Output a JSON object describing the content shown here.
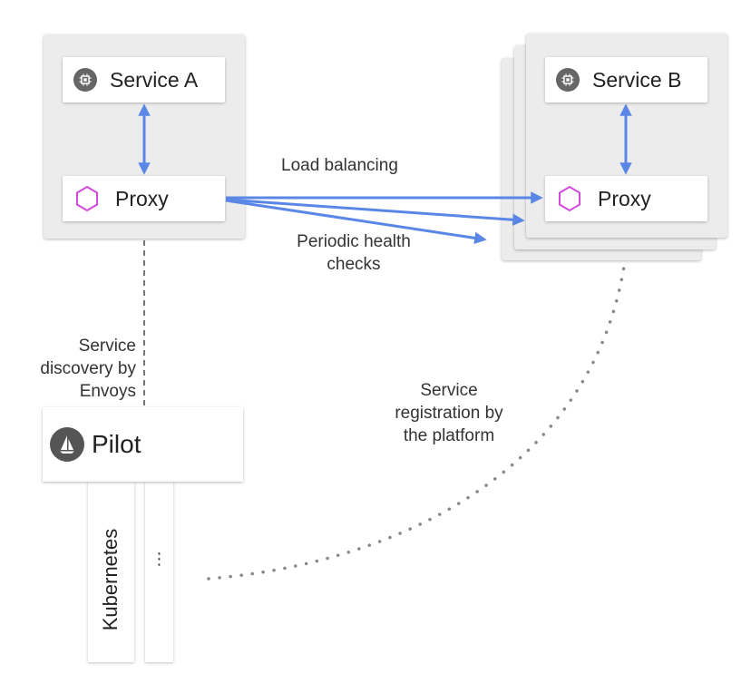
{
  "service_a": {
    "service_label": "Service A",
    "proxy_label": "Proxy"
  },
  "service_b": {
    "service_label": "Service B",
    "proxy_label": "Proxy"
  },
  "edges": {
    "load_balancing": "Load balancing",
    "health_checks_line1": "Periodic health",
    "health_checks_line2": "checks",
    "discovery_line1": "Service",
    "discovery_line2": "discovery by",
    "discovery_line3": "Envoys",
    "registration_line1": "Service",
    "registration_line2": "registration by",
    "registration_line3": "the platform"
  },
  "pilot": {
    "label": "Pilot"
  },
  "platforms": {
    "kubernetes": "Kubernetes",
    "more": "⋮"
  },
  "colors": {
    "arrow": "#5a87e6",
    "proxy_hex": "#d24ad9",
    "panel": "#ececec",
    "icon": "#666666"
  },
  "icons": {
    "service": "chip-icon",
    "proxy": "hexagon-icon",
    "pilot": "sailboat-icon"
  }
}
